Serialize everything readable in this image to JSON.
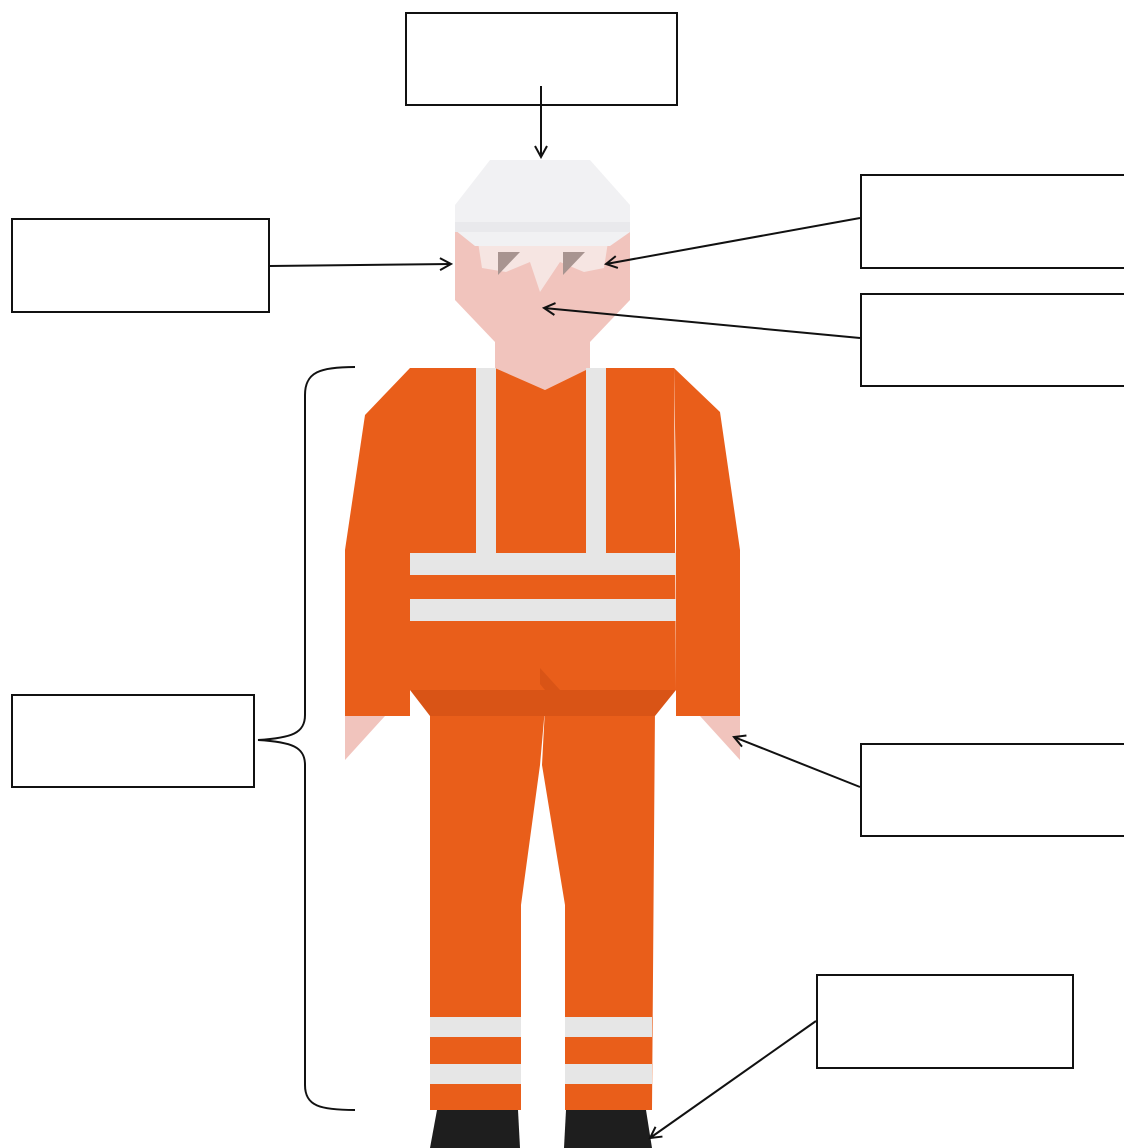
{
  "diagram": {
    "subject": "worker-in-hi-vis-ppe",
    "colors": {
      "suit": "#E95E1A",
      "suit_shadow": "#D95416",
      "reflective_stripe": "#E6E6E6",
      "helmet": "#F1F1F3",
      "skin": "#F1C4BD",
      "boots": "#1E1E1E",
      "lenses": "#A89490",
      "line": "#111111"
    },
    "labels": [
      {
        "id": "helmet",
        "text": ""
      },
      {
        "id": "ears",
        "text": ""
      },
      {
        "id": "eyes",
        "text": ""
      },
      {
        "id": "face",
        "text": ""
      },
      {
        "id": "body-clothing",
        "text": ""
      },
      {
        "id": "hands",
        "text": ""
      },
      {
        "id": "feet",
        "text": ""
      }
    ]
  }
}
